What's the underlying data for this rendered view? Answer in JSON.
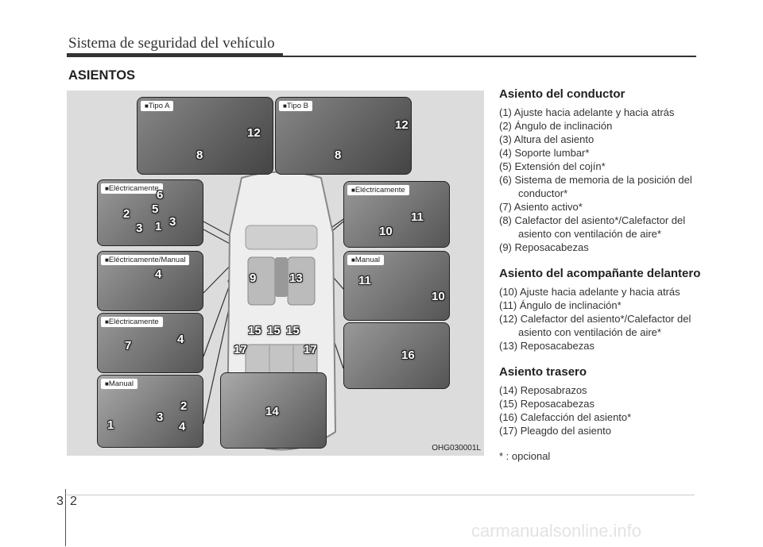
{
  "header": {
    "title": "Sistema de seguridad del vehículo"
  },
  "section": {
    "title": "ASIENTOS"
  },
  "figure": {
    "code": "OHG030001L",
    "labels": {
      "tipo_a": "Tipo A",
      "tipo_b": "Tipo B",
      "electricamente": "Eléctricamente",
      "electricamente_manual": "Eléctricamente/Manual",
      "manual": "Manual"
    },
    "numbers": {
      "n1": "1",
      "n2": "2",
      "n3": "3",
      "n4": "4",
      "n5": "5",
      "n6": "6",
      "n7": "7",
      "n8": "8",
      "n9": "9",
      "n10": "10",
      "n11": "11",
      "n12": "12",
      "n13": "13",
      "n14": "14",
      "n15": "15",
      "n16": "16",
      "n17": "17"
    }
  },
  "driver": {
    "title": "Asiento del conductor",
    "items": [
      "(1) Ajuste hacia adelante y hacia atrás",
      "(2) Ángulo de inclinación",
      "(3) Altura del asiento",
      "(4) Soporte lumbar*",
      "(5) Extensión del cojín*",
      "(6) Sistema de memoria de la posición del conductor*",
      "(7) Asiento activo*",
      "(8) Calefactor del asiento*/Calefactor del asiento con ventilación de aire*",
      "(9) Reposacabezas"
    ]
  },
  "passenger": {
    "title": "Asiento del acompañante delantero",
    "items": [
      "(10) Ajuste hacia adelante y hacia atrás",
      "(11) Ángulo de inclinación*",
      "(12) Calefactor del asiento*/Calefactor del asiento con ventilación de aire*",
      "(13) Reposacabezas"
    ]
  },
  "rear": {
    "title": "Asiento trasero",
    "items": [
      "(14) Reposabrazos",
      "(15) Reposacabezas",
      "(16) Calefacción del asiento*",
      "(17) Pleagdo del asiento"
    ]
  },
  "note": "* : opcional",
  "footer": {
    "chapter": "3",
    "page": "2"
  },
  "watermark": "carmanualsonline.info"
}
